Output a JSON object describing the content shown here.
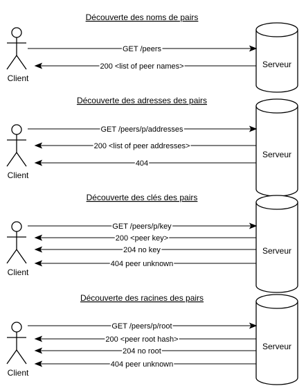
{
  "client_label": "Client",
  "server_label": "Serveur",
  "sections": [
    {
      "title": "Découverte des noms de pairs",
      "messages": [
        {
          "text": "GET /peers",
          "direction": "to-server"
        },
        {
          "text": "200 <list of peer names>",
          "direction": "to-client"
        }
      ]
    },
    {
      "title": "Découverte des adresses des pairs",
      "messages": [
        {
          "text": "GET /peers/p/addresses",
          "direction": "to-server"
        },
        {
          "text": "200 <list of peer addresses>",
          "direction": "to-client"
        },
        {
          "text": "404",
          "direction": "to-client"
        }
      ]
    },
    {
      "title": "Découverte des clés des pairs",
      "messages": [
        {
          "text": "GET /peers/p/key",
          "direction": "to-server"
        },
        {
          "text": "200 <peer key>",
          "direction": "to-client"
        },
        {
          "text": "204 no key",
          "direction": "to-client"
        },
        {
          "text": "404 peer unknown",
          "direction": "to-client"
        }
      ]
    },
    {
      "title": "Découverte des racines des pairs",
      "messages": [
        {
          "text": "GET /peers/p/root",
          "direction": "to-server"
        },
        {
          "text": "200 <peer root hash>",
          "direction": "to-client"
        },
        {
          "text": "204 no root",
          "direction": "to-client"
        },
        {
          "text": "404 peer unknown",
          "direction": "to-client"
        }
      ]
    }
  ]
}
